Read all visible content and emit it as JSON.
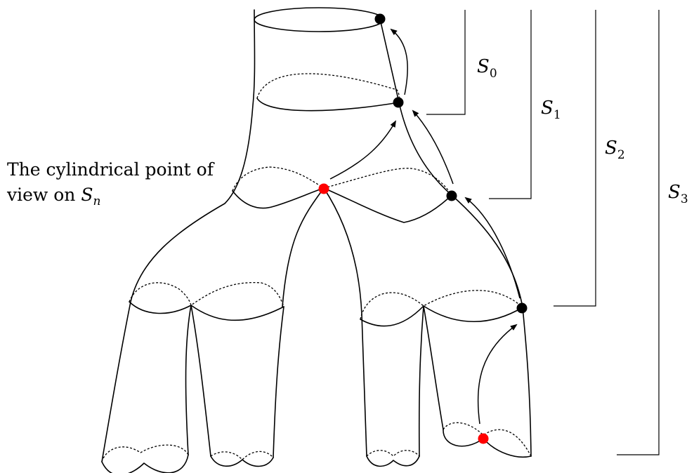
{
  "annotation": {
    "line1": "The cylindrical point of",
    "line2_prefix": "view on ",
    "line2_symbol": "S",
    "line2_subscript": "n"
  },
  "levels": [
    {
      "symbol": "S",
      "subscript": "0"
    },
    {
      "symbol": "S",
      "subscript": "1"
    },
    {
      "symbol": "S",
      "subscript": "2"
    },
    {
      "symbol": "S",
      "subscript": "3"
    }
  ],
  "colors": {
    "stroke": "#000000",
    "black_point": "#000000",
    "highlight_point": "#ff0000",
    "background": "#ffffff"
  }
}
